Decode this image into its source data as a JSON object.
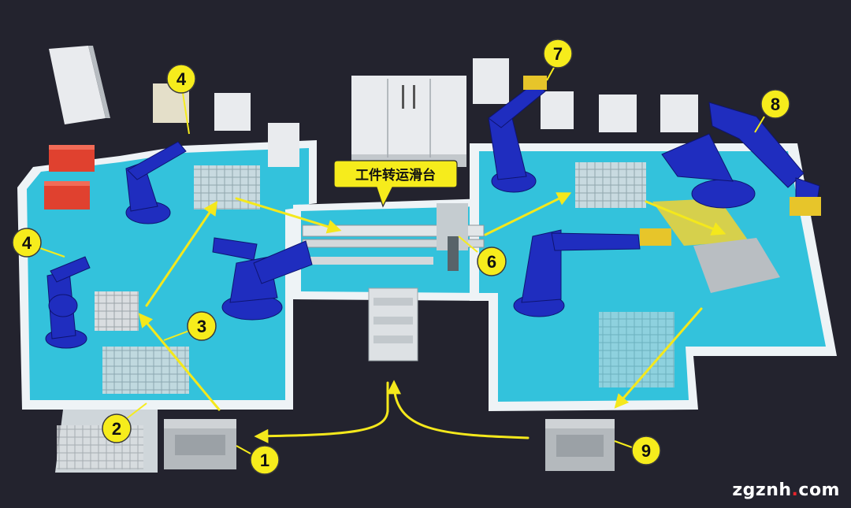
{
  "callout": {
    "text": "工件转运滑台"
  },
  "markers": [
    {
      "id": "m1",
      "text": "1"
    },
    {
      "id": "m2",
      "text": "2"
    },
    {
      "id": "m3",
      "text": "3"
    },
    {
      "id": "m4a",
      "text": "4"
    },
    {
      "id": "m4b",
      "text": "4"
    },
    {
      "id": "m6",
      "text": "6"
    },
    {
      "id": "m7",
      "text": "7"
    },
    {
      "id": "m8",
      "text": "8"
    },
    {
      "id": "m9",
      "text": "9"
    }
  ],
  "watermark": {
    "prefix": "zgznh",
    "dot": ".",
    "suffix": "com"
  },
  "colors": {
    "background": "#23232e",
    "floor": "#33c2dc",
    "floor_edge": "#eef3f6",
    "robot": "#1f2dbf",
    "marker_fill": "#f6ec1c",
    "arrow": "#f4e81c",
    "cabinet": "#e9ebee",
    "red_unit": "#e0412f"
  }
}
